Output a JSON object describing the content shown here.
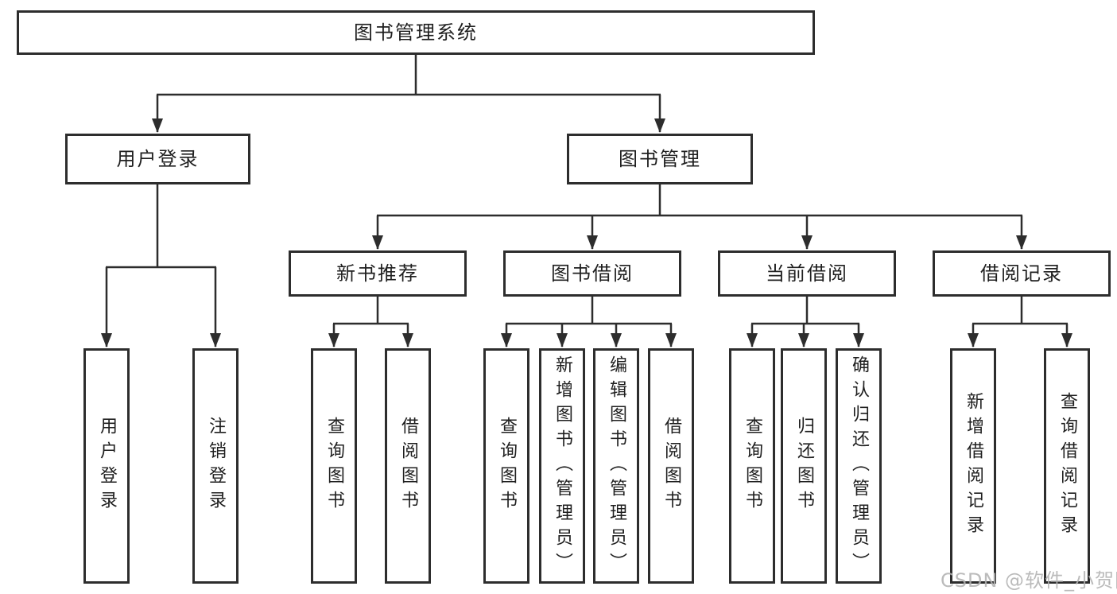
{
  "diagram": {
    "root": {
      "label": "图书管理系统"
    },
    "level2": [
      {
        "id": "user-login",
        "label": "用户登录"
      },
      {
        "id": "book-management",
        "label": "图书管理"
      }
    ],
    "level3": [
      {
        "id": "new-book-recommend",
        "label": "新书推荐",
        "parent": "book-management"
      },
      {
        "id": "book-borrow",
        "label": "图书借阅",
        "parent": "book-management"
      },
      {
        "id": "current-borrow",
        "label": "当前借阅",
        "parent": "book-management"
      },
      {
        "id": "borrow-records",
        "label": "借阅记录",
        "parent": "book-management"
      }
    ],
    "leaves": [
      {
        "parent": "user-login",
        "label": "用户登录"
      },
      {
        "parent": "user-login",
        "label": "注销登录"
      },
      {
        "parent": "new-book-recommend",
        "label": "查询图书"
      },
      {
        "parent": "new-book-recommend",
        "label": "借阅图书"
      },
      {
        "parent": "book-borrow",
        "label": "查询图书"
      },
      {
        "parent": "book-borrow",
        "label": "新增图书（管理员）"
      },
      {
        "parent": "book-borrow",
        "label": "编辑图书（管理员）"
      },
      {
        "parent": "book-borrow",
        "label": "借阅图书"
      },
      {
        "parent": "current-borrow",
        "label": "查询图书"
      },
      {
        "parent": "current-borrow",
        "label": "归还图书"
      },
      {
        "parent": "current-borrow",
        "label": "确认归还（管理员）"
      },
      {
        "parent": "borrow-records",
        "label": "新增借阅记录"
      },
      {
        "parent": "borrow-records",
        "label": "查询借阅记录"
      }
    ],
    "watermark": "CSDN @软件_小贺同学",
    "colors": {
      "line": "#2d2d2d",
      "border": "#2d2d2d",
      "text": "#1f1f1f",
      "background": "#ffffff",
      "watermark": "#b2b2b2"
    }
  }
}
